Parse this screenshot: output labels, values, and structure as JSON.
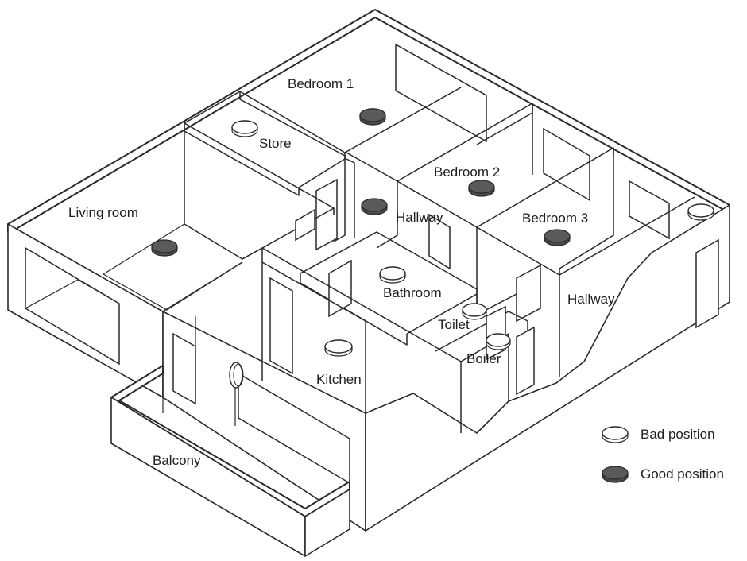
{
  "rooms": {
    "bedroom1": "Bedroom 1",
    "store": "Store",
    "bedroom2": "Bedroom 2",
    "living_room": "Living room",
    "hallway_center": "Hallway",
    "bedroom3": "Bedroom 3",
    "bathroom": "Bathroom",
    "hallway_right": "Hallway",
    "toilet": "Toilet",
    "boiler": "Boiler",
    "kitchen": "Kitchen",
    "balcony": "Balcony"
  },
  "legend": {
    "bad": "Bad position",
    "good": "Good position"
  },
  "colors": {
    "good_marker": "#4a4a4a",
    "bad_marker": "#ffffff",
    "outline": "#2a2a2a"
  },
  "markers": [
    {
      "room": "Bedroom 1",
      "type": "good"
    },
    {
      "room": "Store",
      "type": "bad"
    },
    {
      "room": "Bedroom 2",
      "type": "good"
    },
    {
      "room": "Hallway",
      "type": "good"
    },
    {
      "room": "Living room",
      "type": "good"
    },
    {
      "room": "Bedroom 3",
      "type": "good"
    },
    {
      "room": "Hallway",
      "type": "bad"
    },
    {
      "room": "Bathroom",
      "type": "bad"
    },
    {
      "room": "Toilet",
      "type": "bad"
    },
    {
      "room": "Boiler",
      "type": "bad"
    },
    {
      "room": "Kitchen",
      "type": "bad"
    },
    {
      "room": "Balcony",
      "type": "bad"
    }
  ]
}
